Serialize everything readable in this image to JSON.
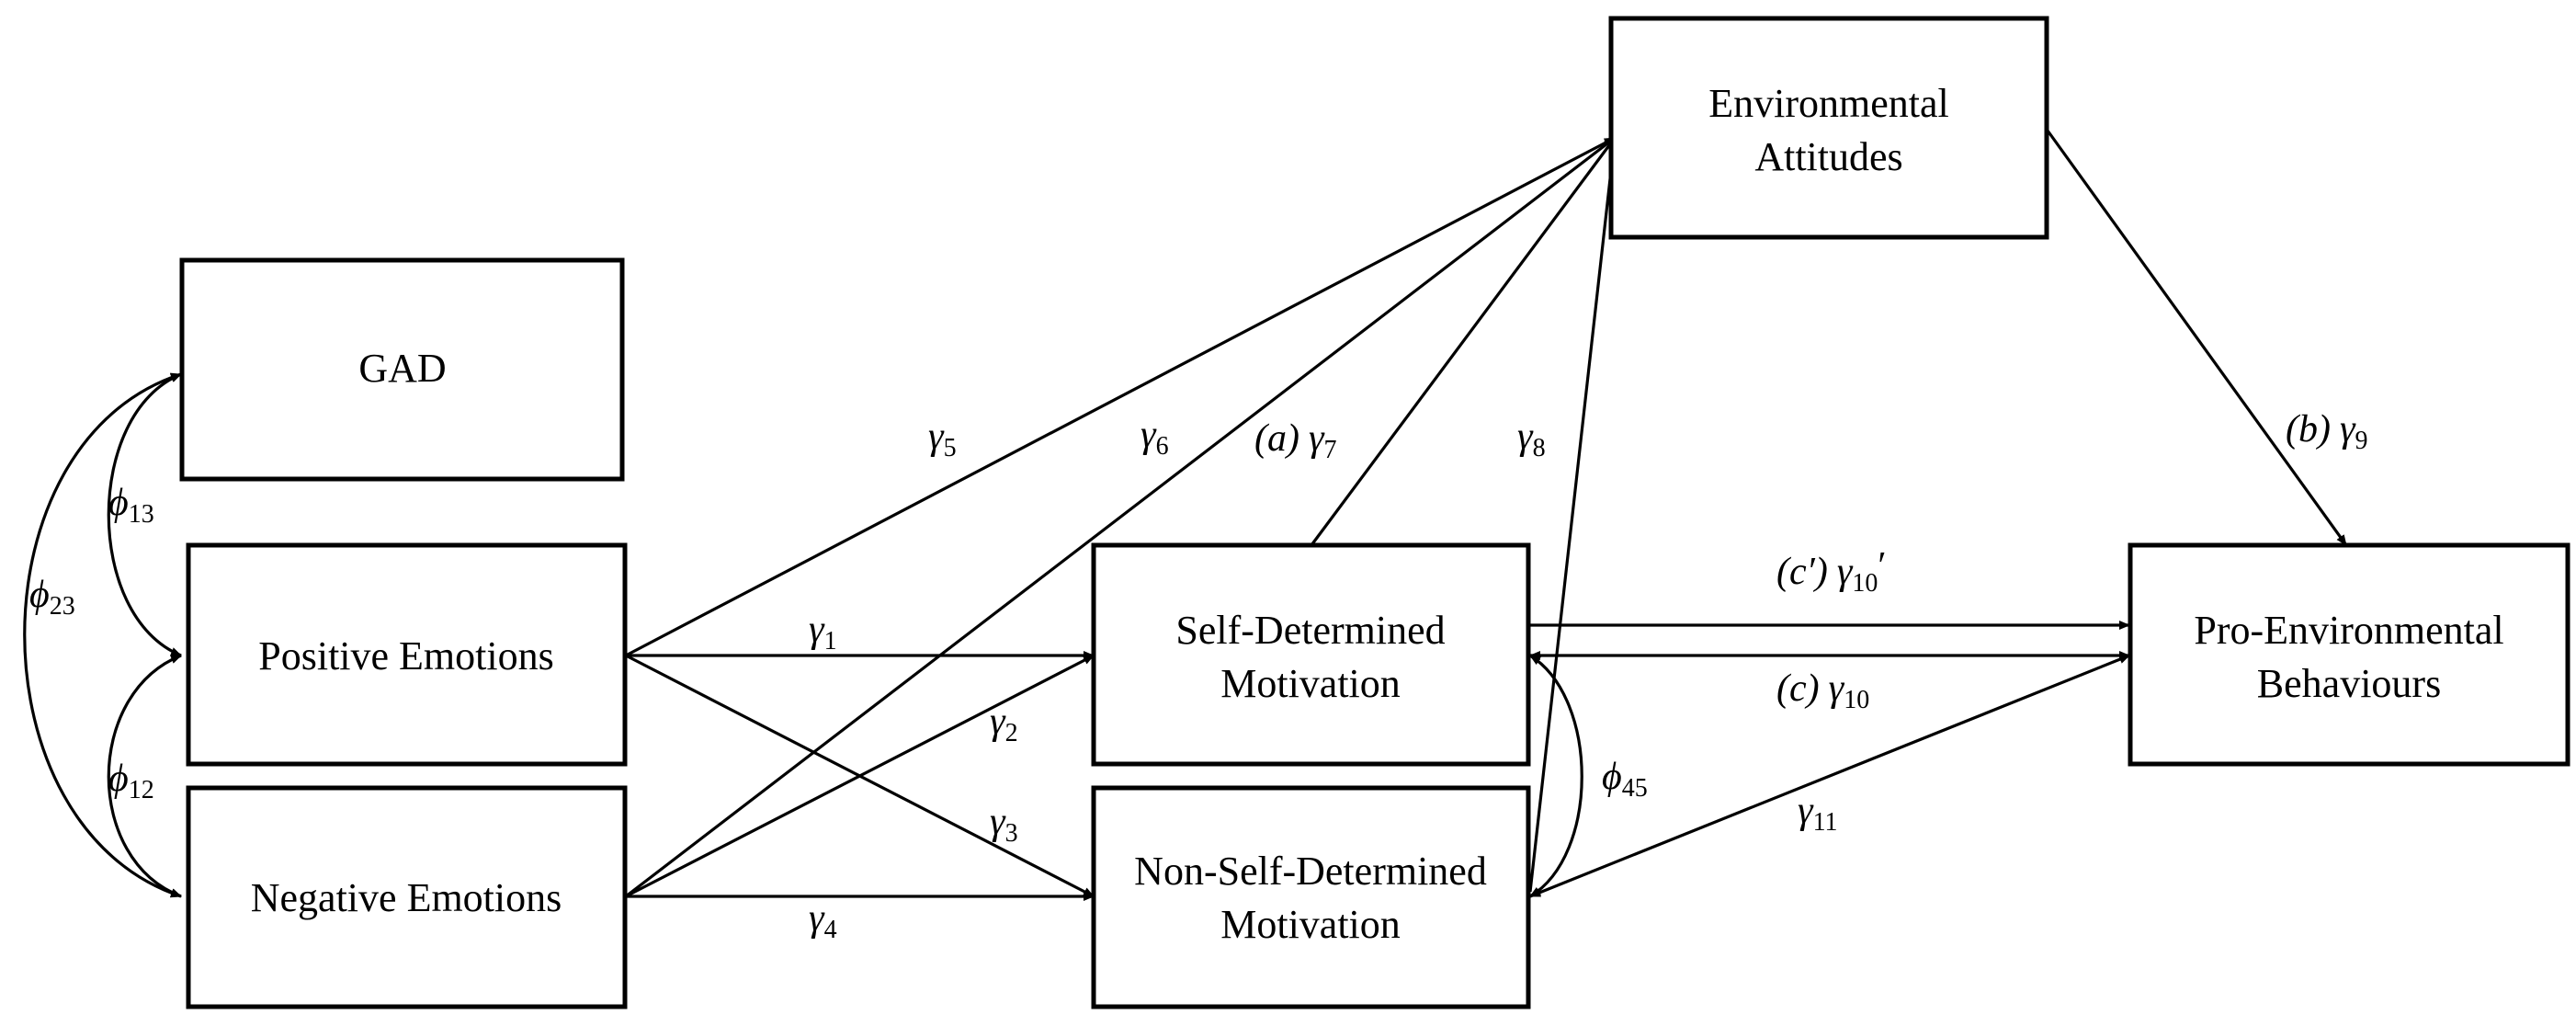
{
  "nodes": {
    "gad": "GAD",
    "positive_emotions": "Positive Emotions",
    "negative_emotions": "Negative Emotions",
    "self_determined_motivation": [
      "Self-Determined",
      "Motivation"
    ],
    "non_self_determined_motivation": [
      "Non-Self-Determined",
      "Motivation"
    ],
    "environmental_attitudes": [
      "Environmental",
      "Attitudes"
    ],
    "pro_environmental_behaviours": [
      "Pro-Environmental",
      "Behaviours"
    ]
  },
  "paths": {
    "gamma1": {
      "sym": "γ",
      "sub": "1"
    },
    "gamma2": {
      "sym": "γ",
      "sub": "2"
    },
    "gamma3": {
      "sym": "γ",
      "sub": "3"
    },
    "gamma4": {
      "sym": "γ",
      "sub": "4"
    },
    "gamma5": {
      "sym": "γ",
      "sub": "5"
    },
    "gamma6": {
      "sym": "γ",
      "sub": "6"
    },
    "gamma7": {
      "prefix": "(a)",
      "sym": "γ",
      "sub": "7"
    },
    "gamma8": {
      "sym": "γ",
      "sub": "8"
    },
    "gamma9": {
      "prefix": "(b)",
      "sym": "γ",
      "sub": "9"
    },
    "gamma10_prime": {
      "prefix": "(c′)",
      "sym": "γ",
      "sub": "10",
      "suffix": "′"
    },
    "gamma10": {
      "prefix": "(c)",
      "sym": "γ",
      "sub": "10"
    },
    "gamma11": {
      "sym": "γ",
      "sub": "11"
    },
    "phi12": {
      "sym": "ϕ",
      "sub": "12"
    },
    "phi13": {
      "sym": "ϕ",
      "sub": "13"
    },
    "phi23": {
      "sym": "ϕ",
      "sub": "23"
    },
    "phi45": {
      "sym": "ϕ",
      "sub": "45"
    }
  }
}
